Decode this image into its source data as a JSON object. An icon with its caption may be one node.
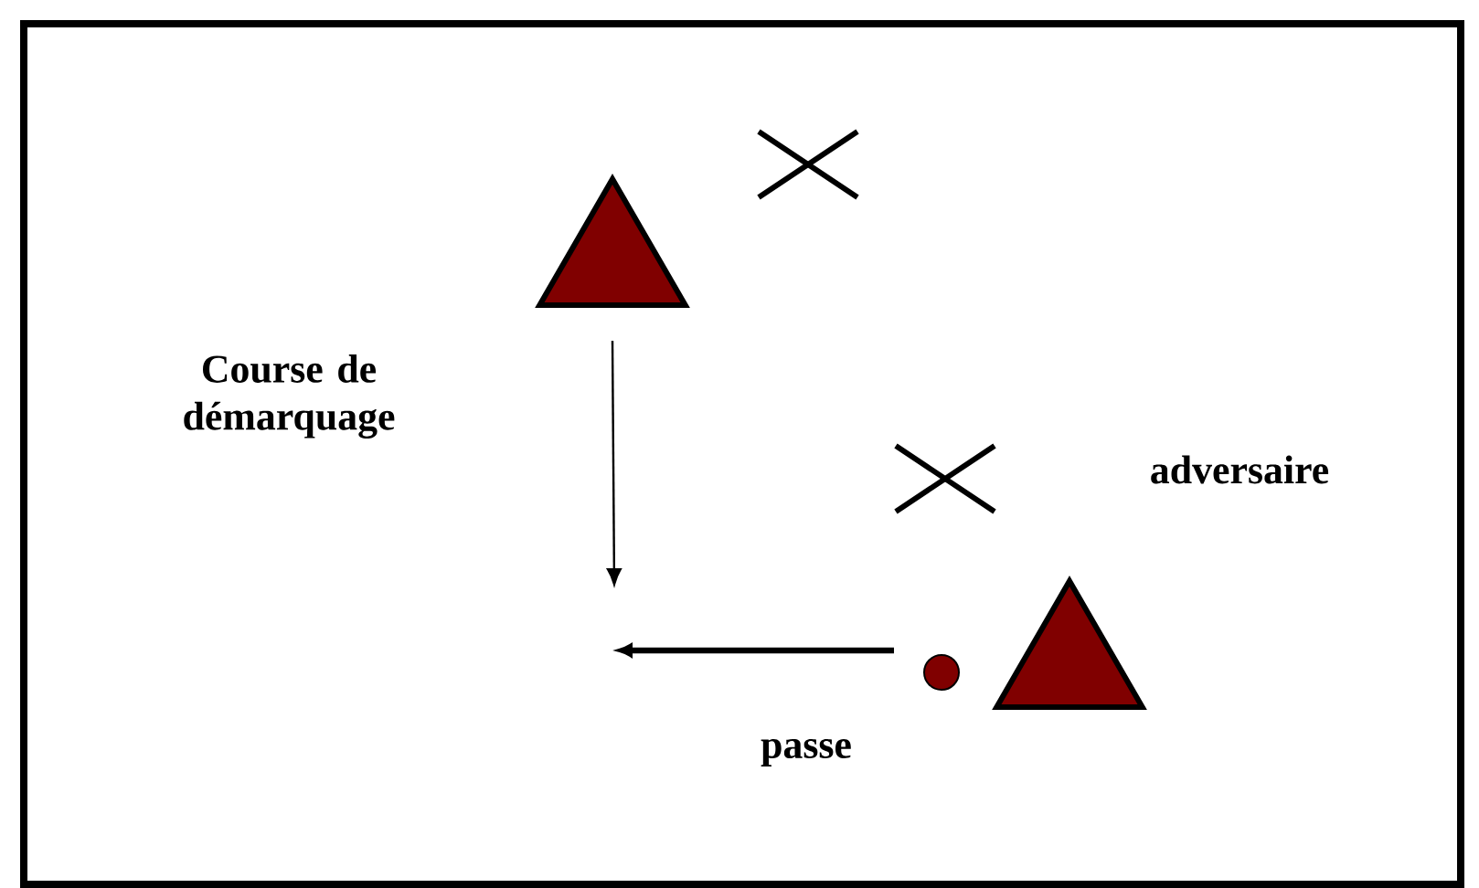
{
  "diagram": {
    "nodes": [
      {
        "text": [],
        "shape": "triangle"
      },
      {
        "text": [],
        "shape": "triangle"
      },
      {
        "text": [],
        "shape": "circle"
      }
    ],
    "edges": [
      {
        "from": 0,
        "to": null,
        "arrow": "to"
      },
      {
        "from": 2,
        "to": null,
        "arrow": "to",
        "style": "thick"
      }
    ],
    "labels": [
      "Course de démarquage",
      "adversaire",
      "passe"
    ]
  }
}
